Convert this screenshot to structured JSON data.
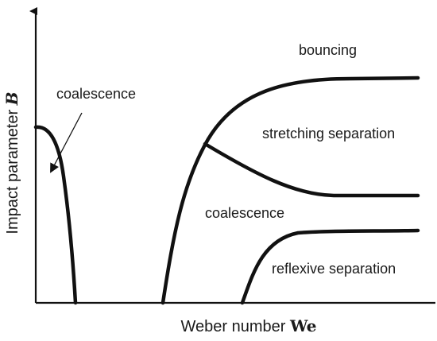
{
  "diagram": {
    "x_axis": {
      "label": "Weber number ",
      "symbol": "We"
    },
    "y_axis": {
      "label": "Impact parameter ",
      "symbol": "B"
    },
    "regions": {
      "bouncing": "bouncing",
      "stretching_separation": "stretching separation",
      "coalescence_center": "coalescence",
      "reflexive_separation": "reflexive separation",
      "coalescence_left": "coalescence"
    },
    "colors": {
      "ink": "#111111",
      "background": "#ffffff"
    }
  }
}
